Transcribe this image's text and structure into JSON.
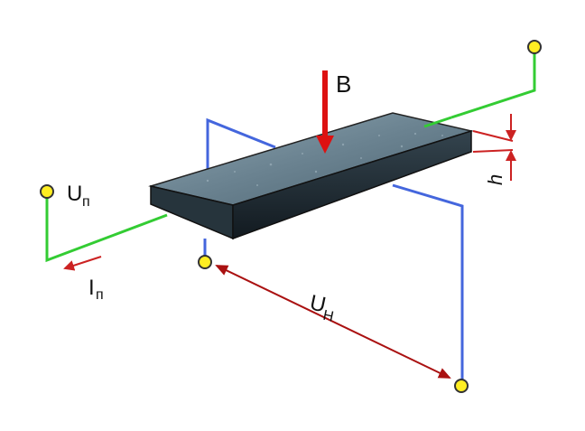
{
  "labels": {
    "b_main": "B",
    "u_main": "U",
    "u_sub": "п",
    "i_main": "I",
    "i_sub": "п",
    "uh_main": "U",
    "uh_sub": "H",
    "h_main": "h"
  },
  "colors": {
    "supply_wire": "#33cc33",
    "hall_wire": "#4466dd",
    "field_arrow": "#dd1111",
    "measure_arrow": "#aa1111",
    "terminal_fill": "#ffee22",
    "terminal_stroke": "#333333",
    "plate_top": "#6f8794",
    "plate_front": "#1e2a32",
    "plate_side": "#2e3e48"
  },
  "icons": {
    "terminal": "yellow-circle-terminal"
  }
}
